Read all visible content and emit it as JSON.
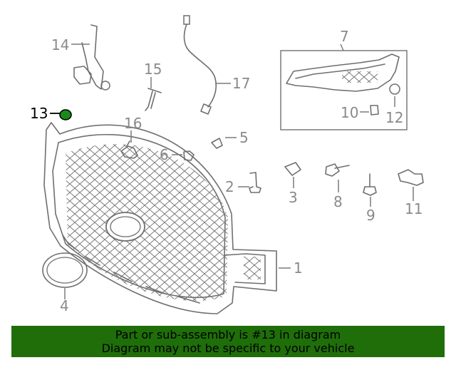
{
  "diagram": {
    "callouts": {
      "c1": "1",
      "c2": "2",
      "c3": "3",
      "c4": "4",
      "c5": "5",
      "c6": "6",
      "c7": "7",
      "c8": "8",
      "c9": "9",
      "c10": "10",
      "c11": "11",
      "c12": "12",
      "c13": "13",
      "c14": "14",
      "c15": "15",
      "c16": "16",
      "c17": "17"
    },
    "highlight_color": "#1a8a1a",
    "banner_color": "#1f6e0a"
  },
  "banner": {
    "line1": "Part or sub-assembly is #13 in diagram",
    "line2": "Diagram may not be specific to your vehicle"
  }
}
